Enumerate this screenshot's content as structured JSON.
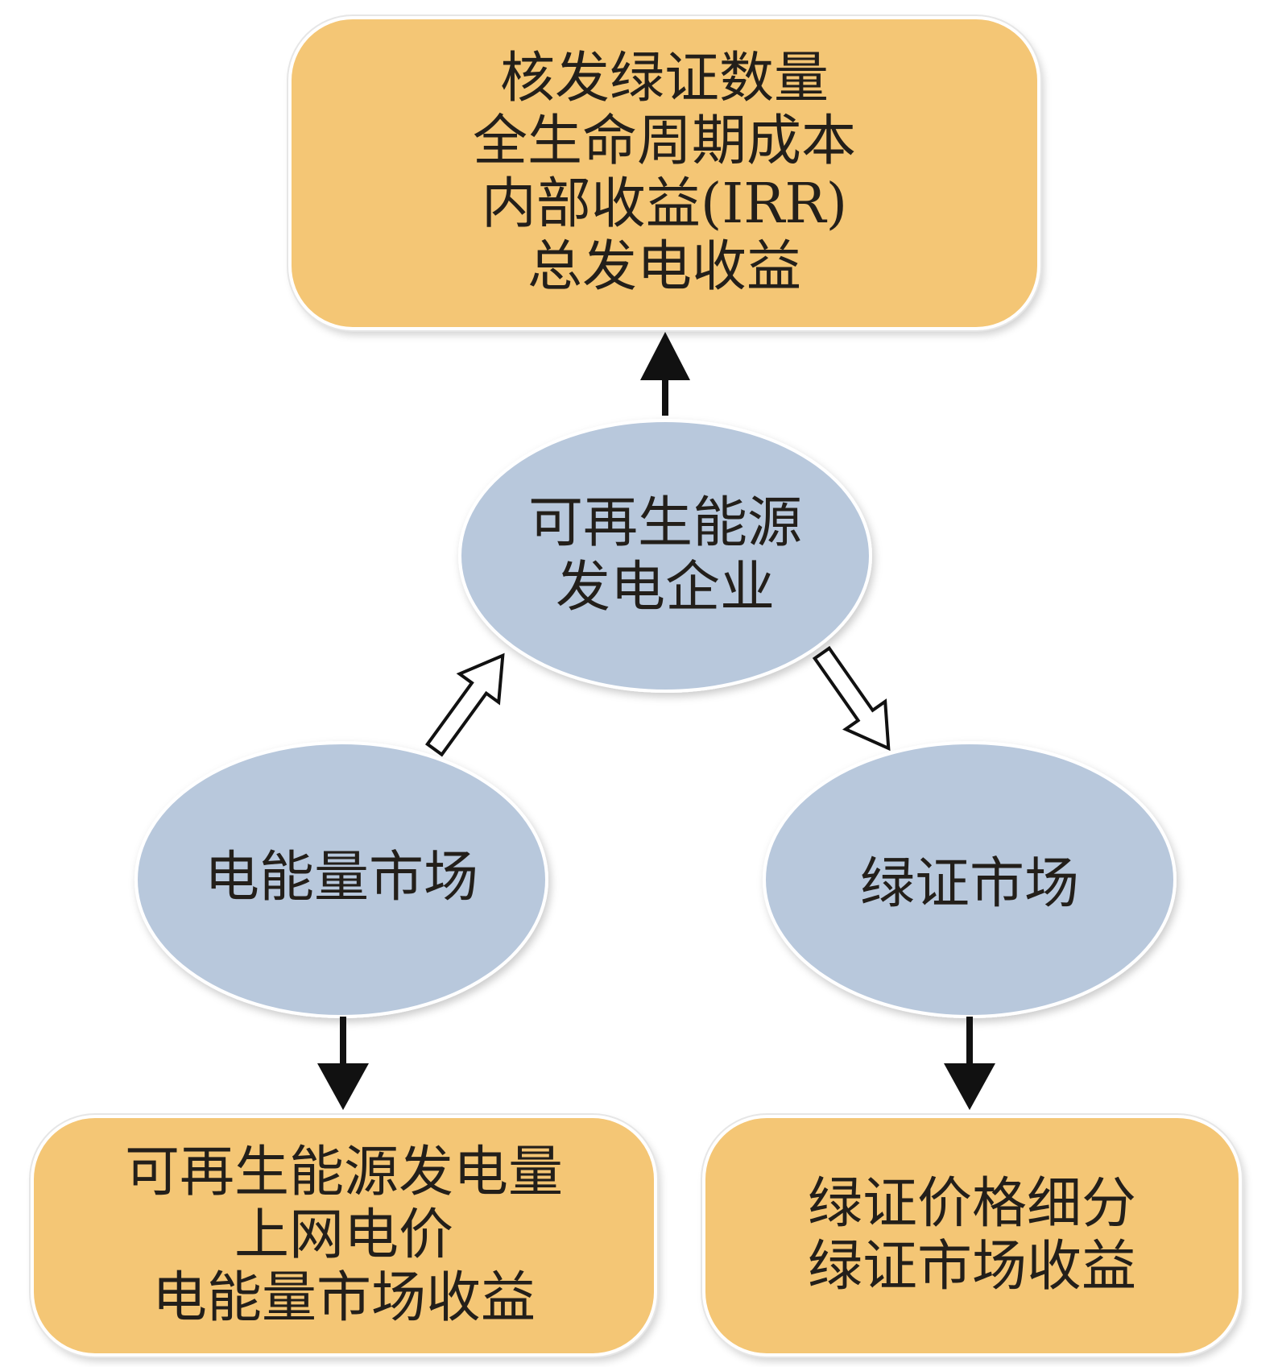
{
  "top_box": {
    "lines": [
      "核发绿证数量",
      "全生命周期成本",
      "内部收益(IRR)",
      "总发电收益"
    ]
  },
  "center_node": {
    "lines": [
      "可再生能源",
      "发电企业"
    ]
  },
  "left_node": {
    "label": "电能量市场"
  },
  "right_node": {
    "label": "绿证市场"
  },
  "bottom_left_box": {
    "lines": [
      "可再生能源发电量",
      "上网电价",
      "电能量市场收益"
    ]
  },
  "bottom_right_box": {
    "lines": [
      "绿证价格细分",
      "绿证市场收益"
    ]
  },
  "colors": {
    "box_fill": "#f4c675",
    "ellipse_fill": "#b8c8dc",
    "arrow": "#111111"
  }
}
